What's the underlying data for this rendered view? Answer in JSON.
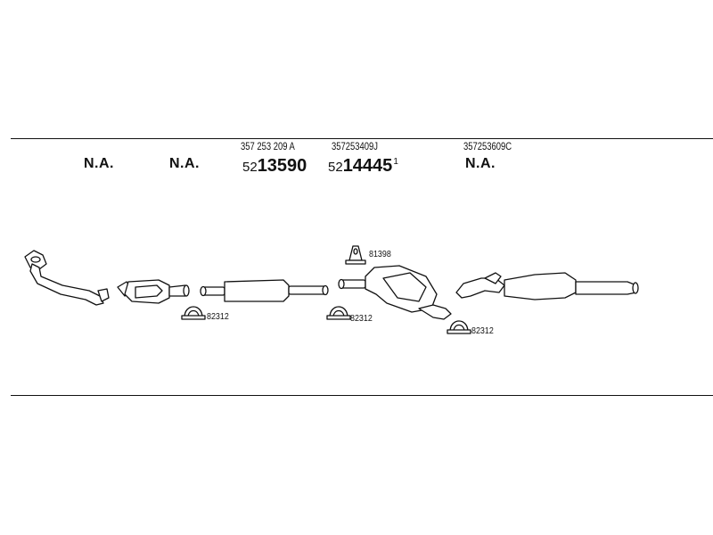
{
  "columns": [
    {
      "id": "front-pipe",
      "na_label": "N.A."
    },
    {
      "id": "catalyst",
      "na_label": "N.A."
    },
    {
      "id": "middle-pipe",
      "oem_number": "357 253 209 A",
      "article_prefix": "52",
      "article_main": "13590"
    },
    {
      "id": "middle-silencer",
      "oem_number": "357253409J",
      "article_prefix": "52",
      "article_main": "14445",
      "article_suffix": "1"
    },
    {
      "id": "rear-silencer",
      "oem_number": "357253609C",
      "na_label": "N.A."
    }
  ],
  "accessories": [
    {
      "id": "clamp-1",
      "label": "82312"
    },
    {
      "id": "hanger",
      "label": "81398"
    },
    {
      "id": "clamp-2",
      "label": "82312"
    },
    {
      "id": "clamp-3",
      "label": "82312"
    }
  ]
}
